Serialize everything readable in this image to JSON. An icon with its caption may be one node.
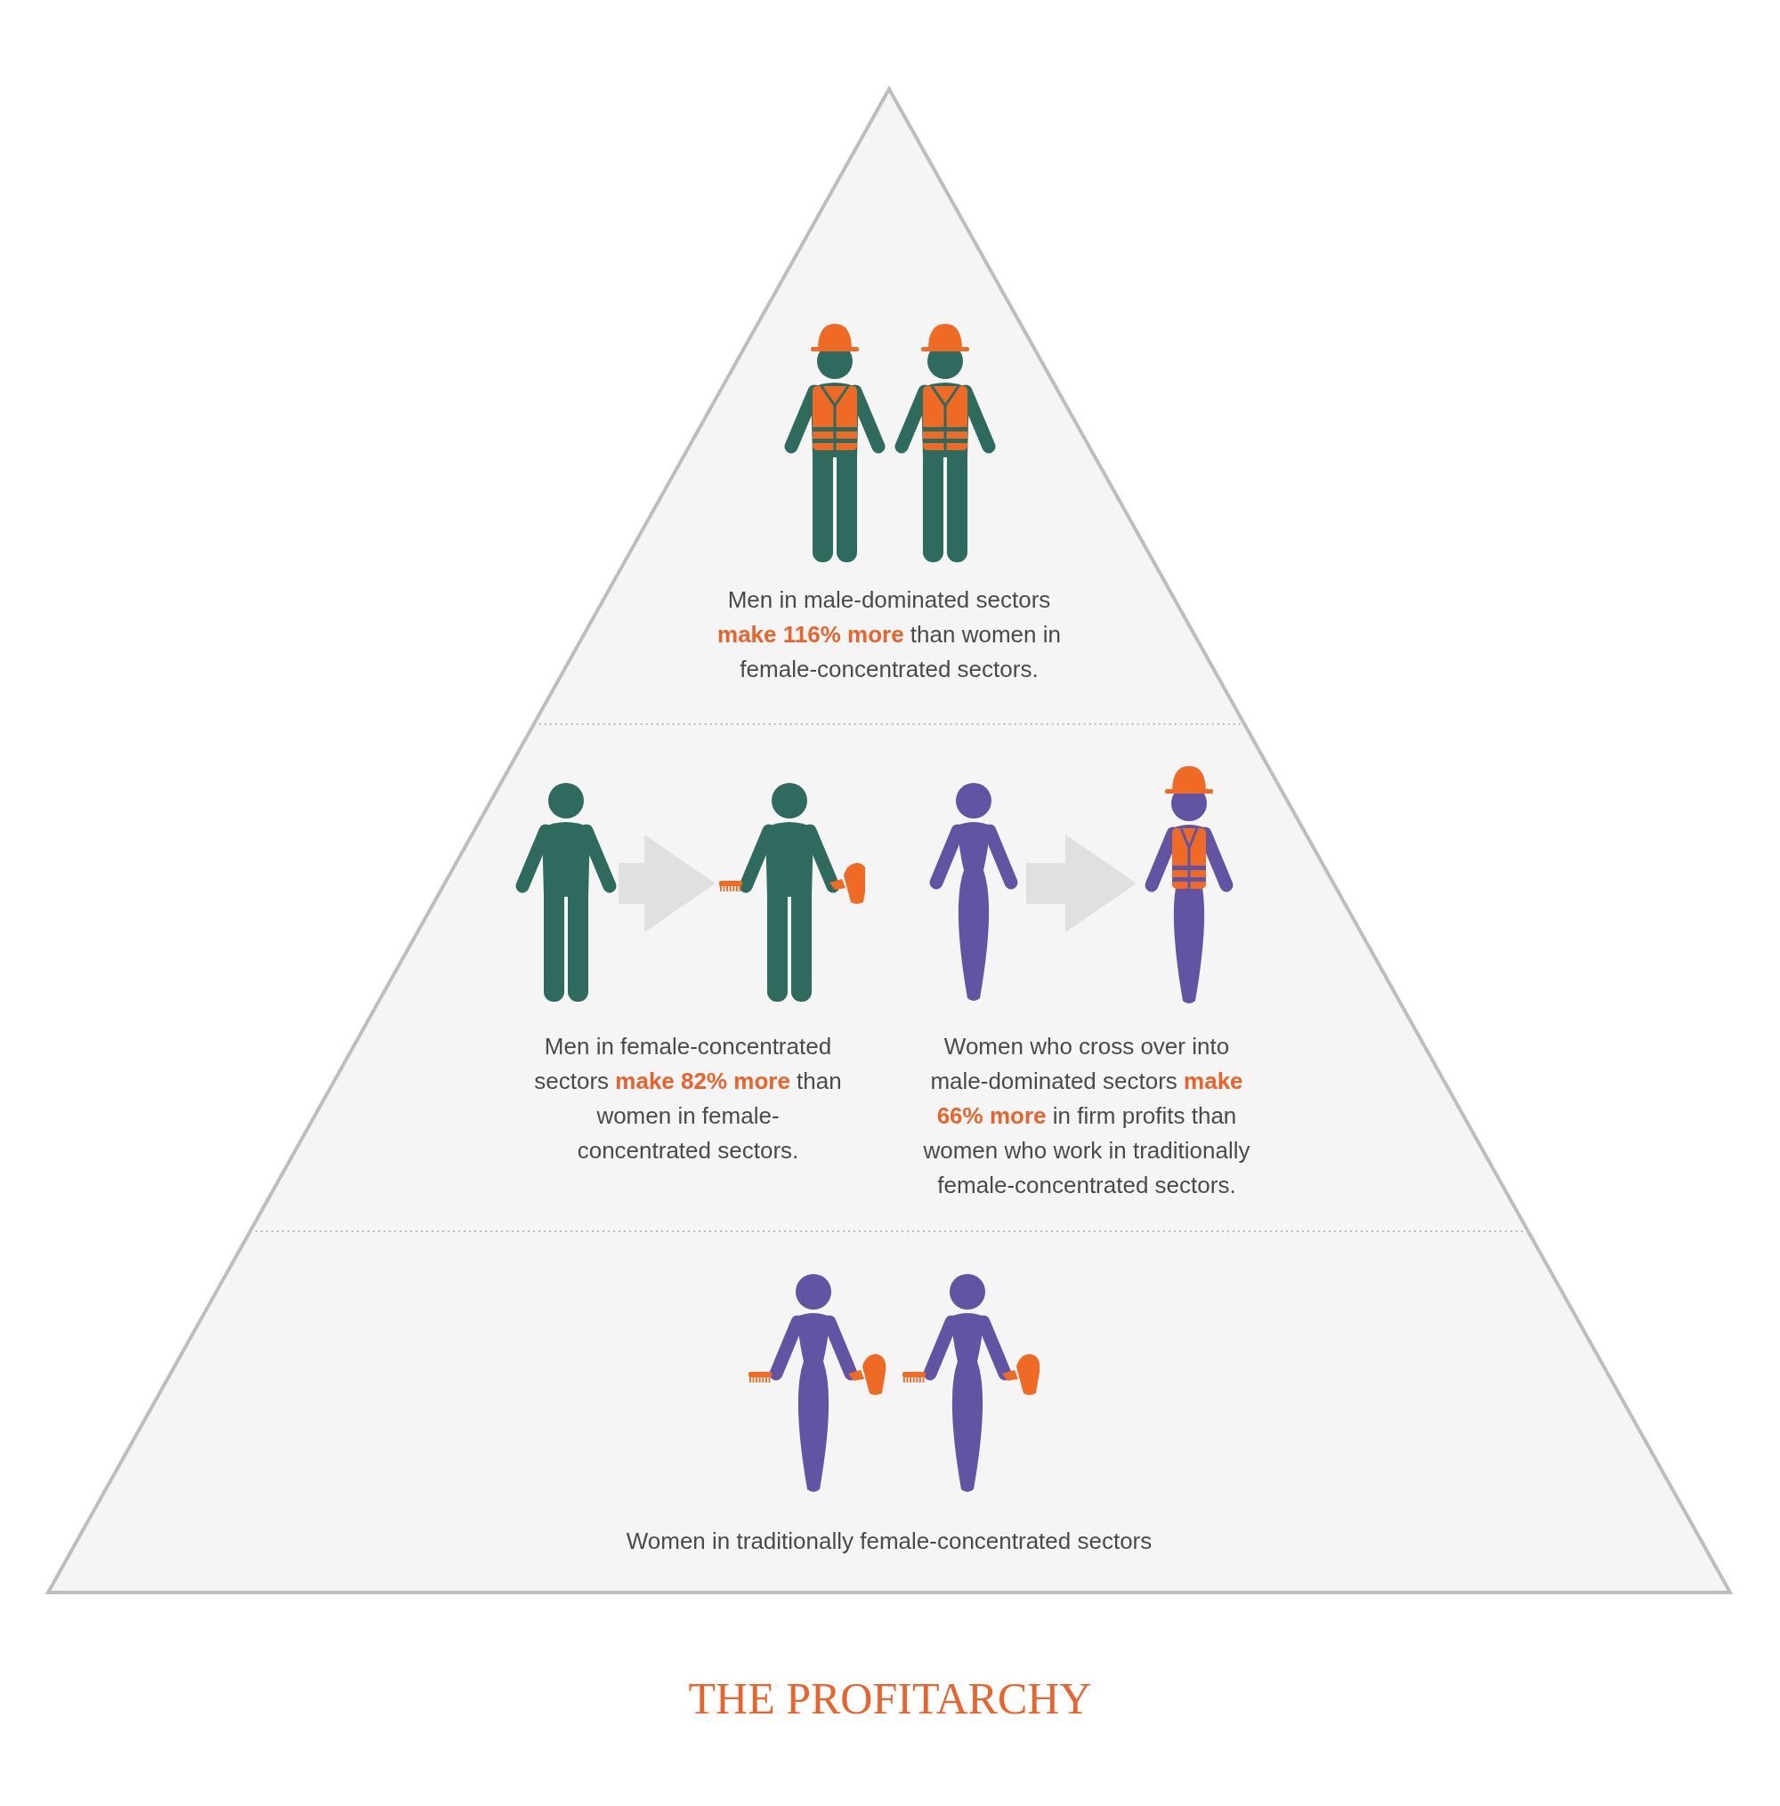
{
  "diagram": {
    "title": "THE PROFITARCHY",
    "nodes": [
      {
        "text": [
          "Men in male-dominated sectors **make 116% more** than women in female-concentrated sectors."
        ]
      },
      {
        "text": [
          "Men in female-concentrated sectors **make 82% more** than women in female-concentrated sectors.",
          "Women who cross over into male-dominated sectors **make 66% more** in firm profits than women who work in traditionally female-concentrated sectors."
        ]
      },
      {
        "text": [],
        "shape": "person",
        "in": 1
      },
      {
        "text": [],
        "shape": "person",
        "in": 1
      },
      {
        "text": [],
        "shape": "person",
        "in": 1
      },
      {
        "text": [],
        "shape": "person",
        "in": 1
      },
      {
        "text": [
          "Women in traditionally female-concentrated sectors"
        ]
      }
    ],
    "edges": [
      {
        "from": 2,
        "to": 3,
        "arrow": "to"
      },
      {
        "from": 4,
        "to": 5,
        "arrow": "to"
      }
    ]
  }
}
